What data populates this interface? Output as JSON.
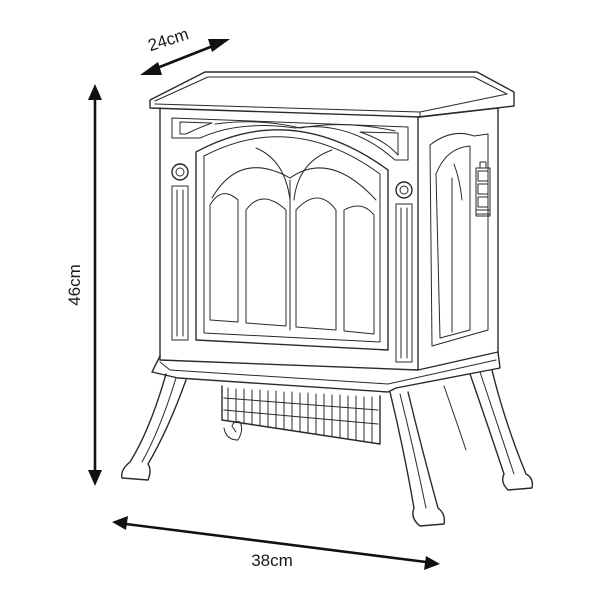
{
  "dimensions": {
    "depth": "24cm",
    "height": "46cm",
    "width": "38cm"
  },
  "colors": {
    "line": "#2a2a2a",
    "arrow": "#111111",
    "background": "#ffffff"
  },
  "icons": {
    "arrow": "double-headed-arrow",
    "product": "electric-stove-fireplace"
  }
}
